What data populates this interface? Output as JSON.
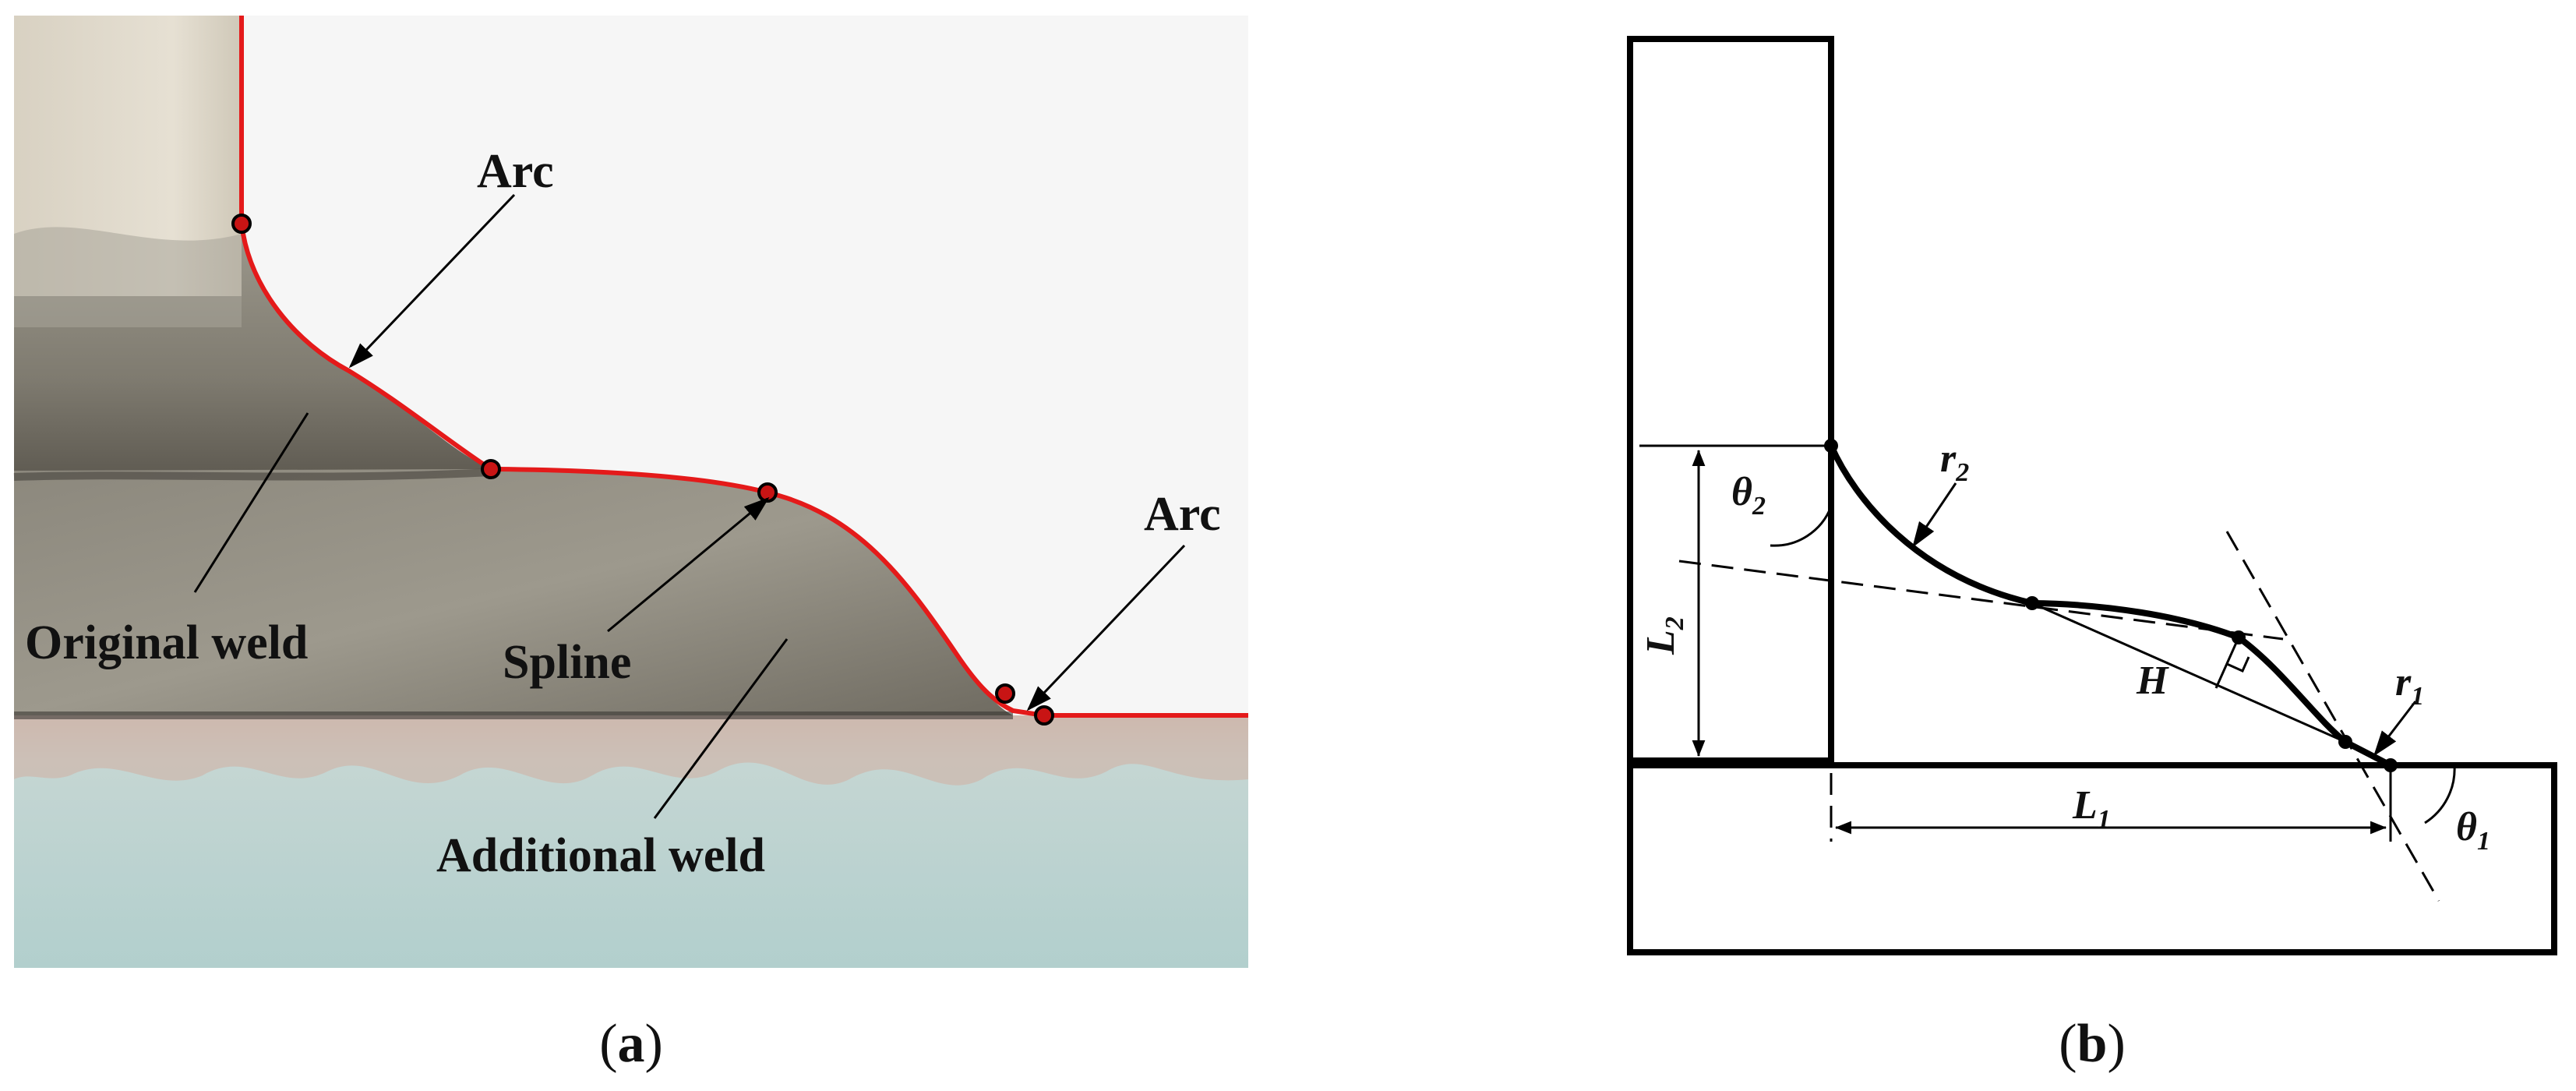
{
  "panel_a": {
    "caption_letter": "a",
    "labels": {
      "arc_top": "Arc",
      "arc_right": "Arc",
      "spline": "Spline",
      "original_weld": "Original weld",
      "additional_weld": "Additional weld"
    },
    "colors": {
      "profile_line": "#e41a1a",
      "background": "#f6f6f6",
      "weld_metal": "#8a877c",
      "base_plate": "#b9d3d1"
    }
  },
  "panel_b": {
    "caption_letter": "b",
    "labels": {
      "theta2": {
        "main": "θ",
        "sub": "2"
      },
      "r2": {
        "main": "r",
        "sub": "2"
      },
      "L2": {
        "main": "L",
        "sub": "2"
      },
      "H": {
        "main": "H",
        "sub": ""
      },
      "r1": {
        "main": "r",
        "sub": "1"
      },
      "L1": {
        "main": "L",
        "sub": "1"
      },
      "theta1": {
        "main": "θ",
        "sub": "1"
      }
    }
  }
}
